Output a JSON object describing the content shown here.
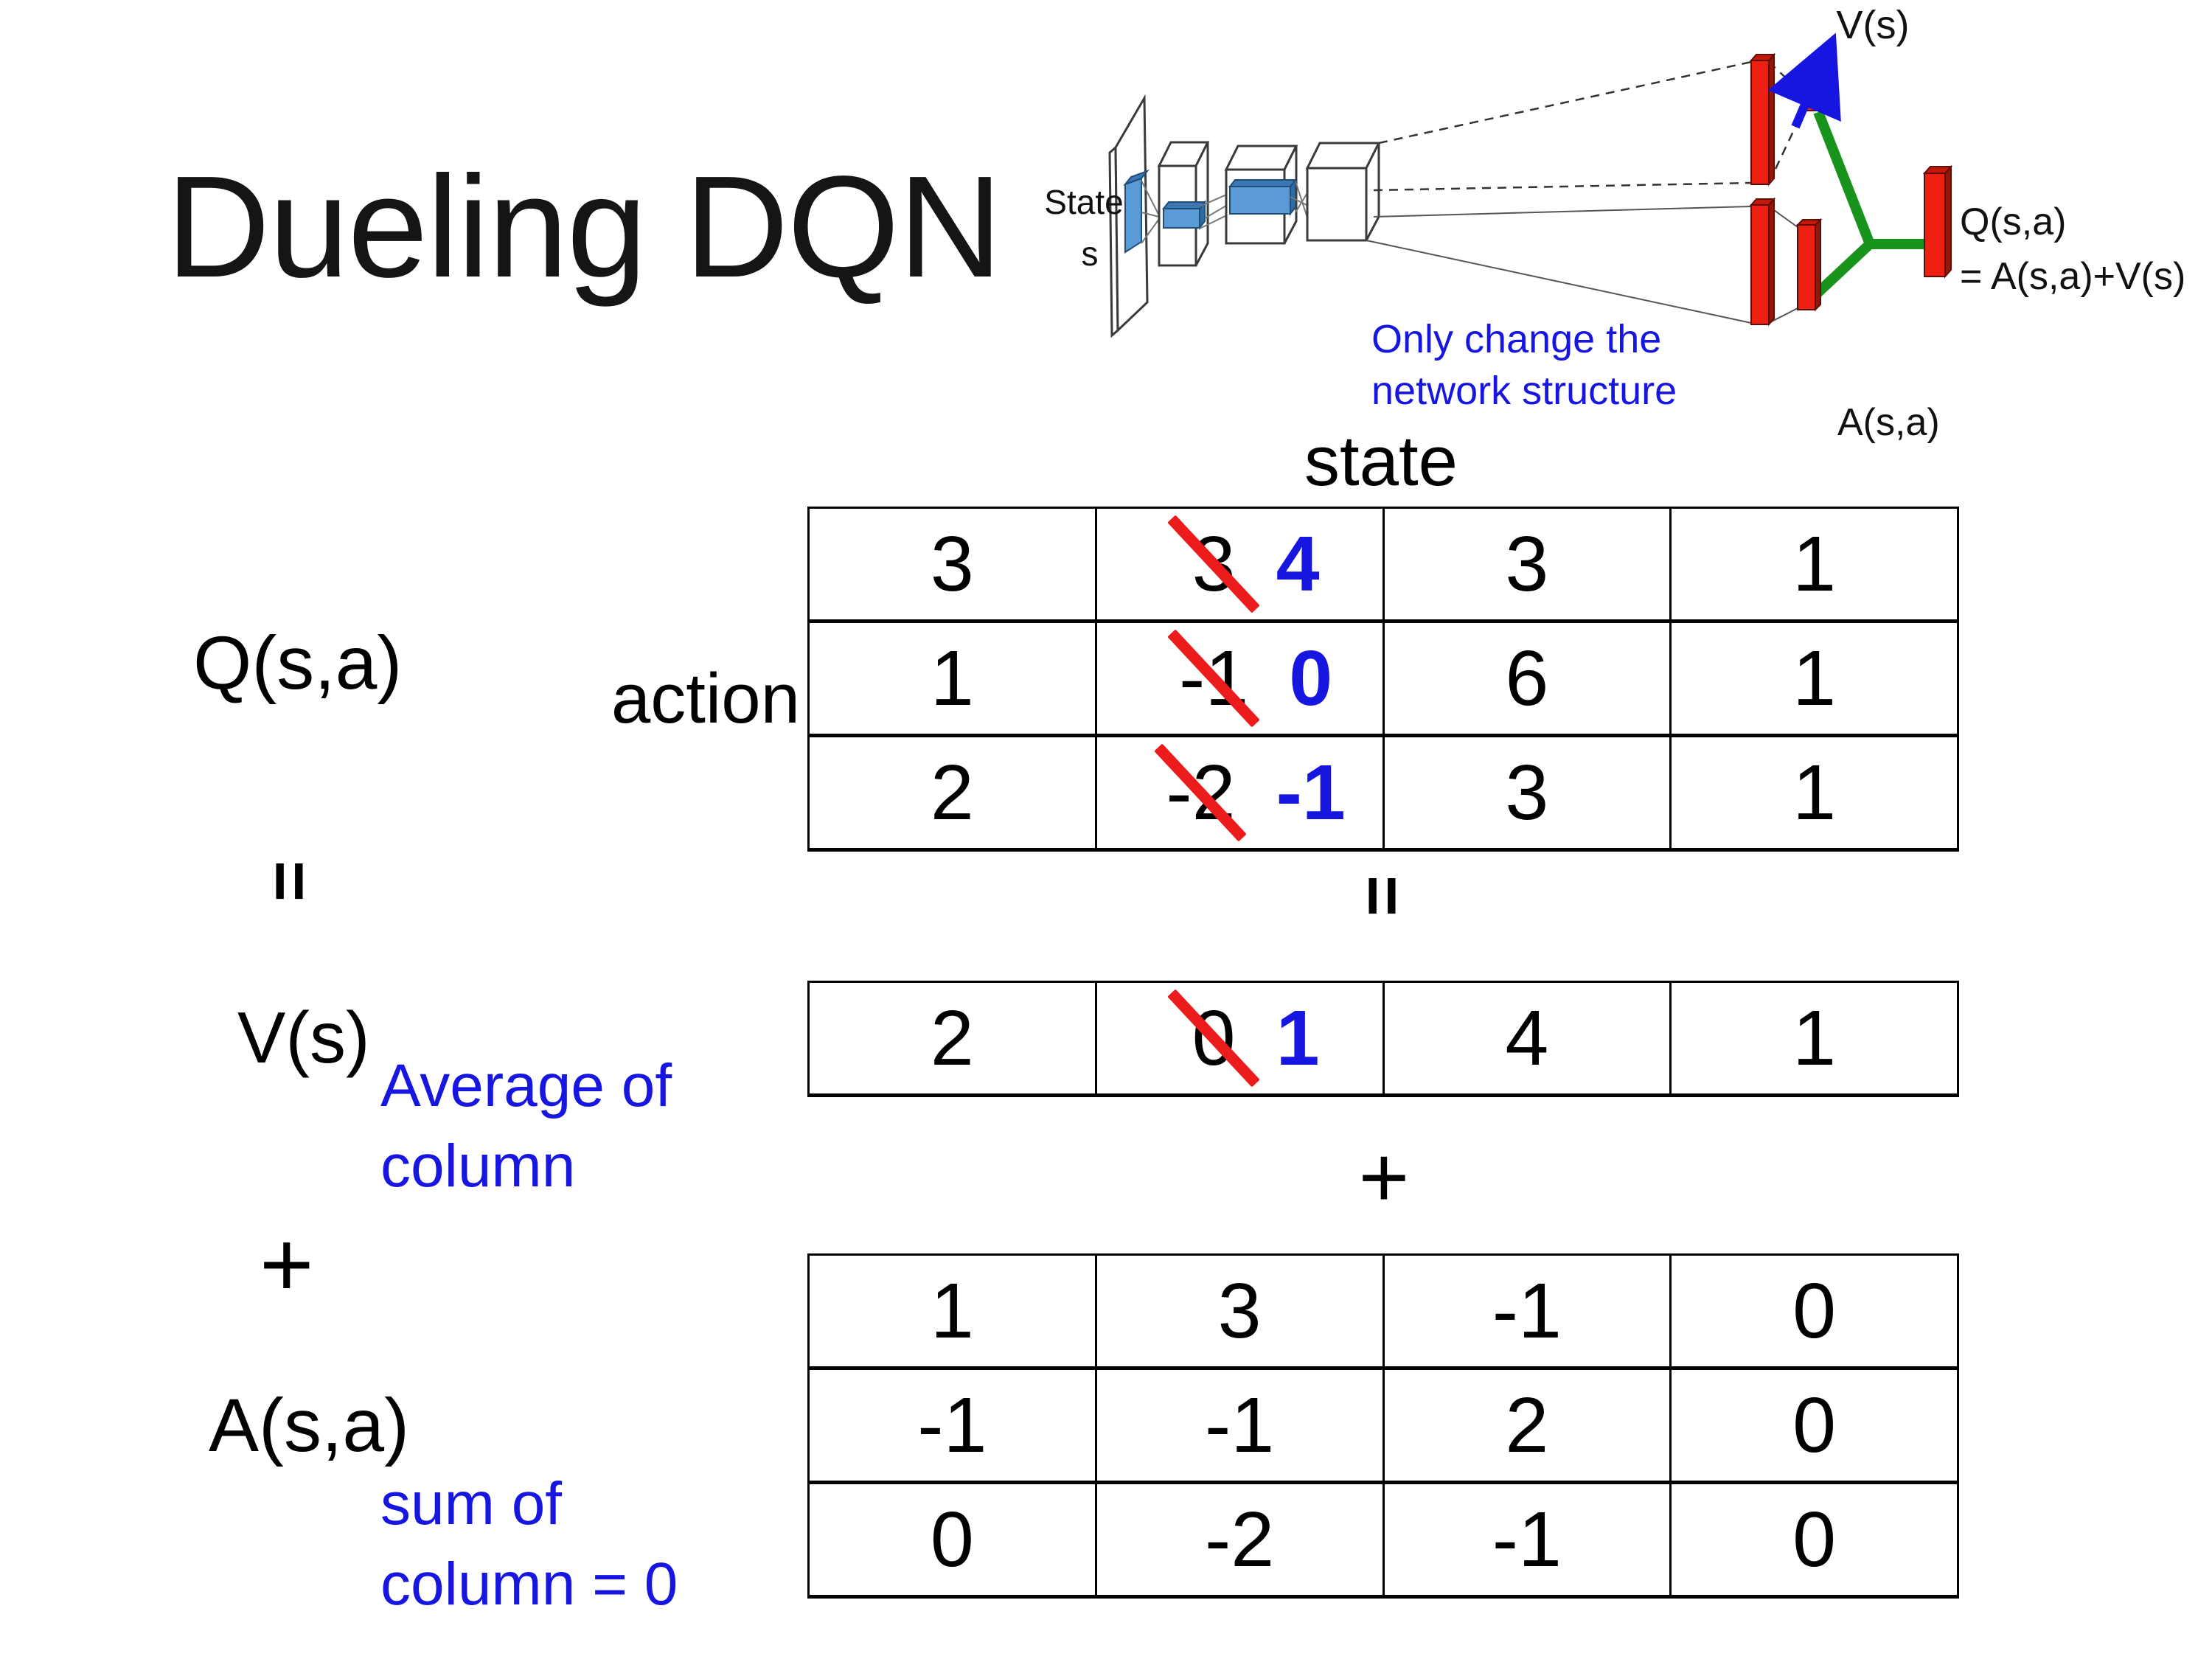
{
  "title": "Dueling DQN",
  "colors": {
    "accent_blue": "#1616e0",
    "slash_red": "#ed1c1c",
    "bar_red": "#ee2012",
    "node_green": "#18931b",
    "conv_blue": "#5b9bd5"
  },
  "diagram": {
    "state_line1": "State",
    "state_line2": "s",
    "note_line1": "Only change the",
    "note_line2": "network structure",
    "v_out_label": "V(s)",
    "q_out_line1": "Q(s,a)",
    "q_out_line2": "= A(s,a)+V(s)",
    "a_out_label": "A(s,a)"
  },
  "equation": {
    "q_label": "Q(s,a)",
    "equals_label": "=",
    "v_label": "V(s)",
    "plus_label": "+",
    "a_label": "A(s,a)",
    "state_label": "state",
    "action_label": "action",
    "avg_note_line1": "Average of",
    "avg_note_line2": "column",
    "sum_note_line1": "sum of",
    "sum_note_line2": "column = 0"
  },
  "q_table": {
    "rows": [
      {
        "cells": [
          {
            "v": "3"
          },
          {
            "old": "3",
            "new": "4"
          },
          {
            "v": "3"
          },
          {
            "v": "1"
          }
        ]
      },
      {
        "cells": [
          {
            "v": "1"
          },
          {
            "old": "-1",
            "new": "0"
          },
          {
            "v": "6"
          },
          {
            "v": "1"
          }
        ]
      },
      {
        "cells": [
          {
            "v": "2"
          },
          {
            "old": "-2",
            "new": "-1"
          },
          {
            "v": "3"
          },
          {
            "v": "1"
          }
        ]
      }
    ]
  },
  "v_table": {
    "cells": [
      {
        "v": "2"
      },
      {
        "old": "0",
        "new": "1"
      },
      {
        "v": "4"
      },
      {
        "v": "1"
      }
    ]
  },
  "a_table": {
    "rows": [
      {
        "cells": [
          {
            "v": "1"
          },
          {
            "v": "3"
          },
          {
            "v": "-1"
          },
          {
            "v": "0"
          }
        ]
      },
      {
        "cells": [
          {
            "v": "-1"
          },
          {
            "v": "-1"
          },
          {
            "v": "2"
          },
          {
            "v": "0"
          }
        ]
      },
      {
        "cells": [
          {
            "v": "0"
          },
          {
            "v": "-2"
          },
          {
            "v": "-1"
          },
          {
            "v": "0"
          }
        ]
      }
    ]
  }
}
